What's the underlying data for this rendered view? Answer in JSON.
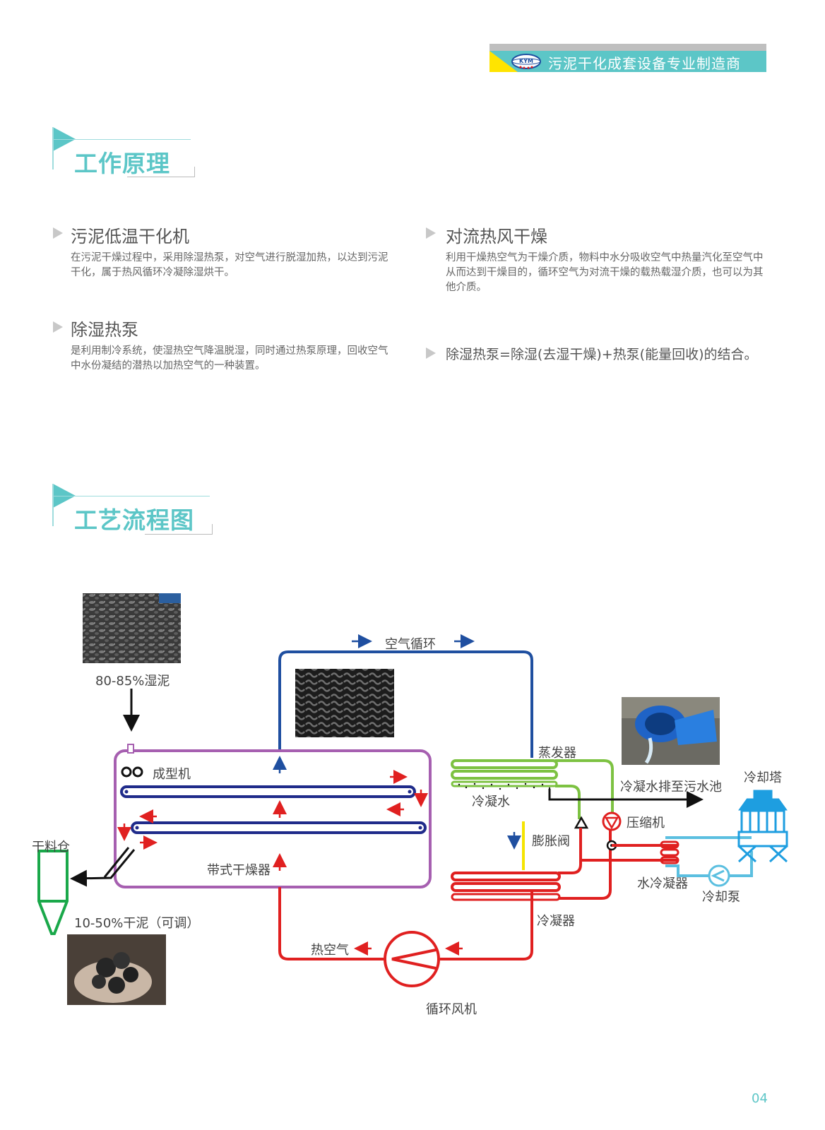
{
  "header": {
    "brand_text": "污泥干化成套设备专业制造商",
    "logo_text": "KYM"
  },
  "section1": {
    "title": "工作原理",
    "items": [
      {
        "title": "污泥低温干化机",
        "body": "在污泥干燥过程中，采用除湿热泵，对空气进行脱湿加热，以达到污泥干化，属于热风循环冷凝除湿烘干。"
      },
      {
        "title": "对流热风干燥",
        "body": "利用干燥热空气为干燥介质，物料中水分吸收空气中热量汽化至空气中从而达到干燥目的，循环空气为对流干燥的载热载湿介质，也可以为其他介质。"
      },
      {
        "title": "除湿热泵",
        "body": "是利用制冷系统，使湿热空气降温脱湿，同时通过热泵原理，回收空气中水份凝结的潜热以加热空气的一种装置。"
      }
    ],
    "formula": "除湿热泵=除湿(去湿干燥)+热泵(能量回收)的结合。"
  },
  "section2": {
    "title": "工艺流程图"
  },
  "diagram": {
    "wet_sludge": "80-85%湿泥",
    "air_cycle": "空气循环",
    "forming_machine": "成型机",
    "belt_dryer": "带式干燥器",
    "dry_bin": "干料仓",
    "dry_sludge": "10-50%干泥（可调）",
    "evaporator": "蒸发器",
    "condensate": "冷凝水",
    "condensate_drain": "冷凝水排至污水池",
    "cooling_tower": "冷却塔",
    "compressor": "压缩机",
    "expansion_valve": "膨胀阀",
    "water_condenser": "水冷凝器",
    "cooling_pump": "冷却泵",
    "condenser": "冷凝器",
    "hot_air": "热空气",
    "circ_fan": "循环风机",
    "colors": {
      "accent": "#5cc6c7",
      "air_blue": "#1f4fa0",
      "hot_red": "#e02020",
      "evap_green": "#7dc242",
      "dryer_purple": "#a65fb0",
      "cooling_blue": "#5bbfe0",
      "tower_blue": "#1e9ee0",
      "bin_green": "#1aa84a",
      "valve_yellow": "#f5e400"
    }
  },
  "page_number": "04"
}
